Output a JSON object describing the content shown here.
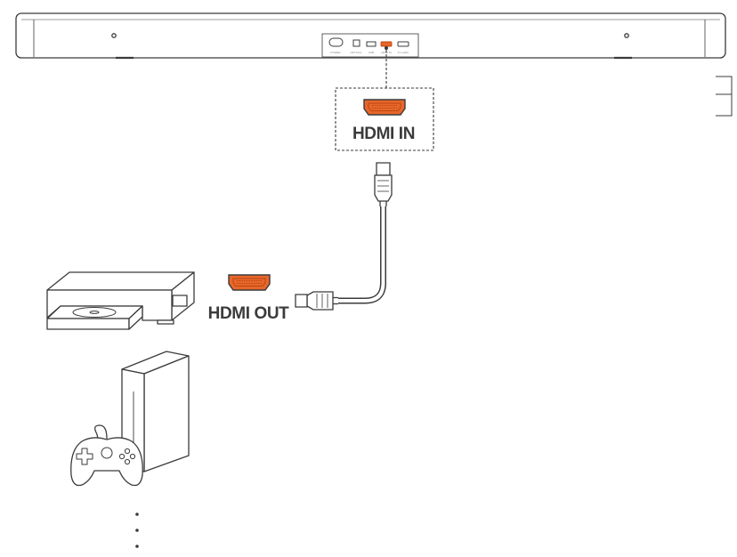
{
  "labels": {
    "hdmi_in": "HDMI IN",
    "hdmi_out": "HDMI OUT"
  },
  "port_labels": [
    "POWER",
    "OPTICAL",
    "USB",
    "HDMI IN",
    "TV eARC"
  ],
  "icons": {
    "soundbar": "soundbar-icon",
    "hdmi_port": "hdmi-port-icon",
    "hdmi_cable": "hdmi-cable-icon",
    "bluray_player": "bluray-player-icon",
    "game_console": "game-console-icon",
    "game_controller": "game-controller-icon",
    "more_devices": "ellipsis-icon"
  },
  "colors": {
    "line": "#3b3b3b",
    "hdmi_accent": "#e8662a",
    "hdmi_accent_dark": "#b84812"
  }
}
